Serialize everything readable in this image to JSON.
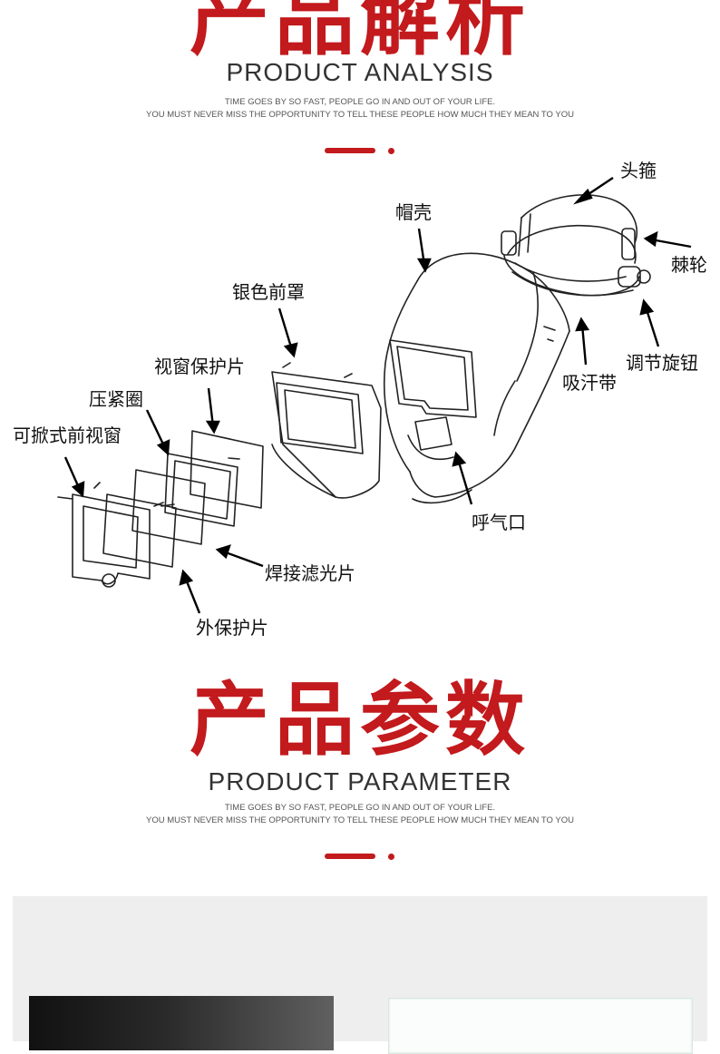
{
  "analysis": {
    "title": "产品解析",
    "subtitle": "PRODUCT ANALYSIS",
    "tagline1": "TIME GOES BY SO FAST, PEOPLE GO IN AND OUT OF YOUR LIFE.",
    "tagline2": "YOU MUST NEVER MISS THE OPPORTUNITY TO TELL THESE PEOPLE HOW MUCH THEY MEAN TO YOU"
  },
  "diagram": {
    "labels": {
      "headband": "头箍",
      "shell": "帽壳",
      "ratchet": "棘轮",
      "silver_cover": "银色前罩",
      "adjust_knob": "调节旋钮",
      "sweatband": "吸汗带",
      "window_protector": "视窗保护片",
      "clamp_ring": "压紧圈",
      "flip_window": "可掀式前视窗",
      "breathing_port": "呼气口",
      "filter_lens": "焊接滤光片",
      "outer_protector": "外保护片"
    }
  },
  "parameter": {
    "title": "产品参数",
    "subtitle": "PRODUCT PARAMETER",
    "tagline1": "TIME GOES BY SO FAST, PEOPLE GO IN AND OUT OF YOUR LIFE.",
    "tagline2": "YOU MUST NEVER MISS THE OPPORTUNITY TO TELL THESE PEOPLE HOW MUCH THEY MEAN TO YOU"
  },
  "colors": {
    "accent": "#c21a1d",
    "text": "#333333",
    "panel": "#eeeeee"
  }
}
